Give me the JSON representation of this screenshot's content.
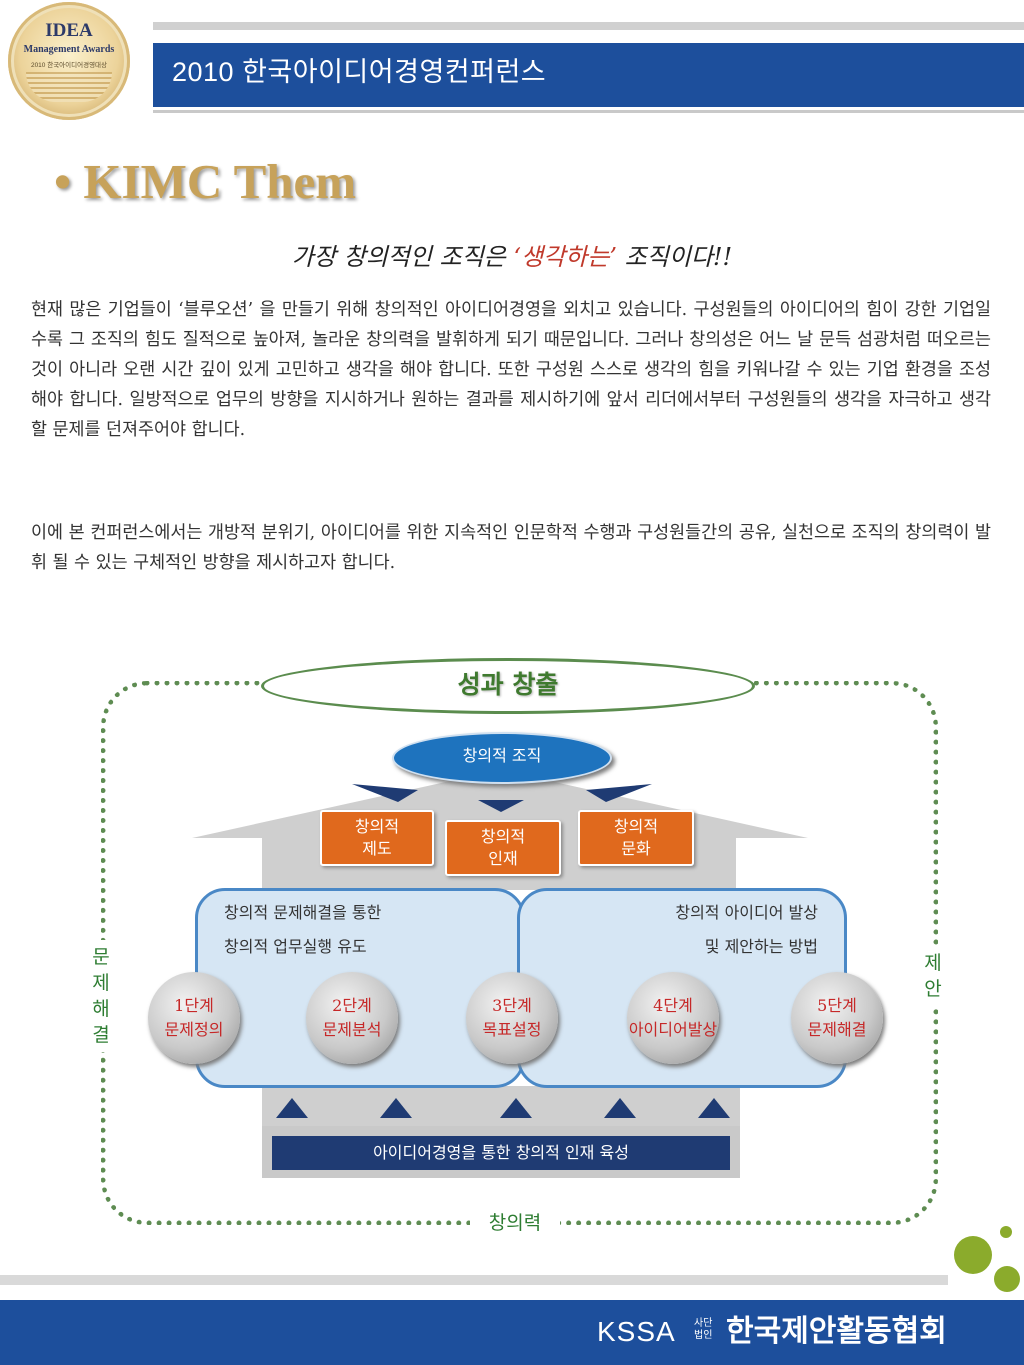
{
  "header": {
    "title": "2010 한국아이디어경영컨퍼런스",
    "badge": {
      "line1": "IDEA",
      "line2": "Management Awards",
      "line3": "2010 한국아이디어경영대상"
    }
  },
  "main": {
    "bullet": "•",
    "title": "KIMC  Them",
    "subtitle": {
      "before": "가장 창의적인 조직은 ",
      "highlight": "‘생각하는’",
      "after": " 조직이다!!"
    },
    "paragraphs": [
      "현재 많은 기업들이 ‘블루오션’ 을 만들기 위해 창의적인 아이디어경영을 외치고 있습니다. 구성원들의 아이디어의 힘이 강한 기업일 수록 그 조직의 힘도 질적으로 높아져, 놀라운 창의력을 발휘하게 되기 때문입니다. 그러나 창의성은 어느 날 문득 섬광처럼 떠오르는 것이 아니라 오랜 시간 깊이 있게 고민하고 생각을 해야 합니다. 또한 구성원 스스로 생각의 힘을 키워나갈 수 있는 기업 환경을 조성해야 합니다. 일방적으로 업무의 방향을 지시하거나 원하는 결과를 제시하기에 앞서 리더에서부터 구성원들의 생각을 자극하고 생각할 문제를 던져주어야 합니다.",
      "이에 본 컨퍼런스에서는 개방적 분위기, 아이디어를 위한 지속적인 인문학적 수행과 구성원들간의 공유, 실천으로 조직의 창의력이 발휘 될 수 있는 구체적인 방향을 제시하고자 합니다."
    ]
  },
  "diagram": {
    "result": "성과 창출",
    "organization": "창의적 조직",
    "pillars": [
      {
        "line1": "창의적",
        "line2": "제도"
      },
      {
        "line1": "창의적",
        "line2": "인재"
      },
      {
        "line1": "창의적",
        "line2": "문화"
      }
    ],
    "left_panel": [
      "창의적 문제해결을 통한",
      "창의적 업무실행 유도"
    ],
    "right_panel": [
      "창의적 아이디어 발상",
      "및 제안하는 방법"
    ],
    "side_left": [
      "문",
      "제",
      "해",
      "결"
    ],
    "side_right": [
      "제",
      "안"
    ],
    "stages": [
      {
        "step": "1단계",
        "name": "문제정의"
      },
      {
        "step": "2단계",
        "name": "문제분석"
      },
      {
        "step": "3단계",
        "name": "목표설정"
      },
      {
        "step": "4단계",
        "name": "아이디어발상"
      },
      {
        "step": "5단계",
        "name": "문제해결"
      }
    ],
    "foundation": "아이디어경영을 통한 창의적 인재 육성",
    "bottom_label": "창의력"
  },
  "footer": {
    "brand": "KSSA",
    "small": "사단법인",
    "org": "한국제안활동협회"
  },
  "colors": {
    "header_blue": "#1d4f9c",
    "gold": "#c7a25a",
    "orange": "#e0691d",
    "green": "#5e8c52",
    "stage_red": "#c62828"
  }
}
